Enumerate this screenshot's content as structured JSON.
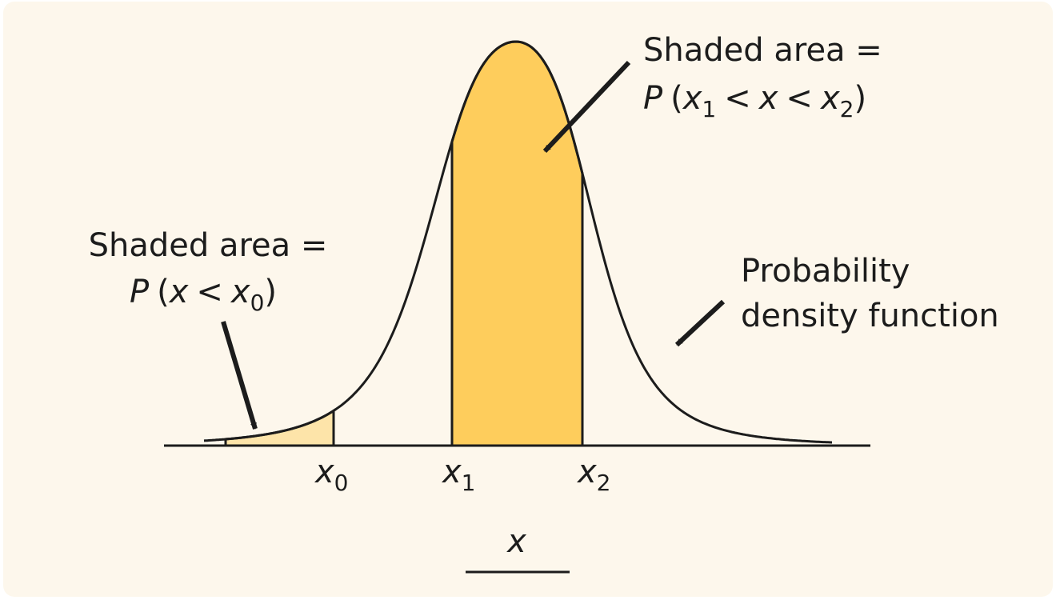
{
  "colors": {
    "background": "#fdf7ec",
    "region_between": "#fecd5c",
    "region_left_tail": "#fde4a9",
    "ink": "#1c1c1c"
  },
  "labels": {
    "x0_letter": "x",
    "x0_sub": "0",
    "x1_letter": "x",
    "x1_sub": "1",
    "x2_letter": "x",
    "x2_sub": "2",
    "axis_var": "x"
  },
  "callouts": {
    "between": {
      "line1": "Shaded area =",
      "p": "P",
      "open": "(",
      "x1": "x",
      "x1_sub": "1",
      "lt1": "<",
      "x": "x",
      "lt2": "<",
      "x2": "x",
      "x2_sub": "2",
      "close": ")"
    },
    "left": {
      "line1": "Shaded area =",
      "p": "P",
      "open": "(",
      "x": "x",
      "lt": "<",
      "x0": "x",
      "x0_sub": "0",
      "close": ")"
    },
    "pdf": {
      "line1": "Probability",
      "line2": "density function"
    }
  }
}
